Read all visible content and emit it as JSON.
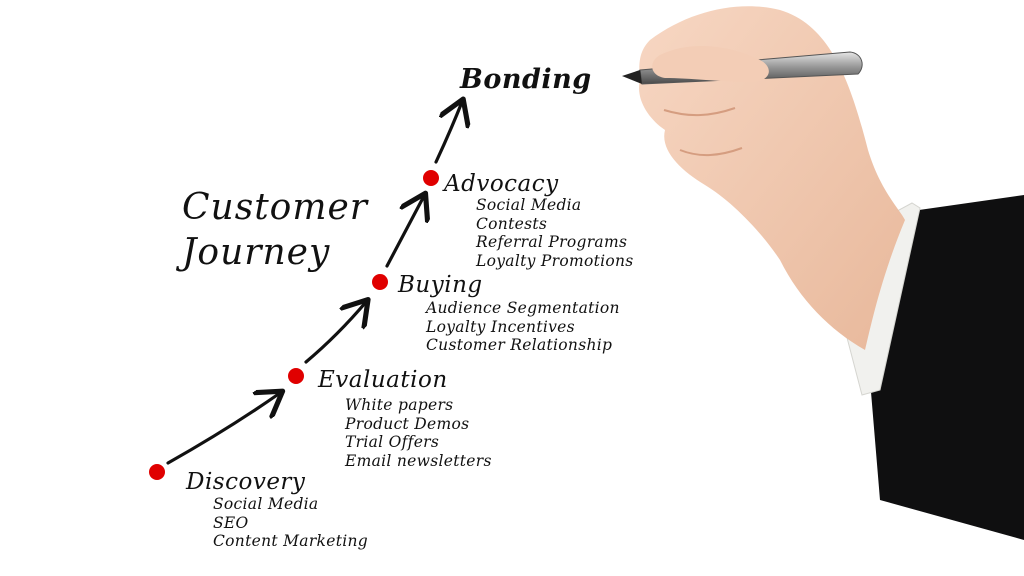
{
  "colors": {
    "dot": "#e00000",
    "ink": "#111111",
    "suit": "#101010",
    "cuff": "#f1f1ee"
  },
  "title": {
    "line1": "Customer",
    "line2": "Journey"
  },
  "stages": [
    {
      "id": "discovery",
      "label": "Discovery",
      "items": [
        "Social Media",
        "SEO",
        "Content Marketing"
      ]
    },
    {
      "id": "evaluation",
      "label": "Evaluation",
      "items": [
        "White papers",
        "Product Demos",
        "Trial Offers",
        "Email newsletters"
      ]
    },
    {
      "id": "buying",
      "label": "Buying",
      "items": [
        "Audience Segmentation",
        "Loyalty Incentives",
        "Customer Relationship"
      ]
    },
    {
      "id": "advocacy",
      "label": "Advocacy",
      "items": [
        "Social Media",
        "Contests",
        "Referral Programs",
        "Loyalty Promotions"
      ]
    },
    {
      "id": "bonding",
      "label": "Bonding",
      "items": []
    }
  ],
  "illustration": {
    "object": "hand-holding-pen-icon"
  }
}
